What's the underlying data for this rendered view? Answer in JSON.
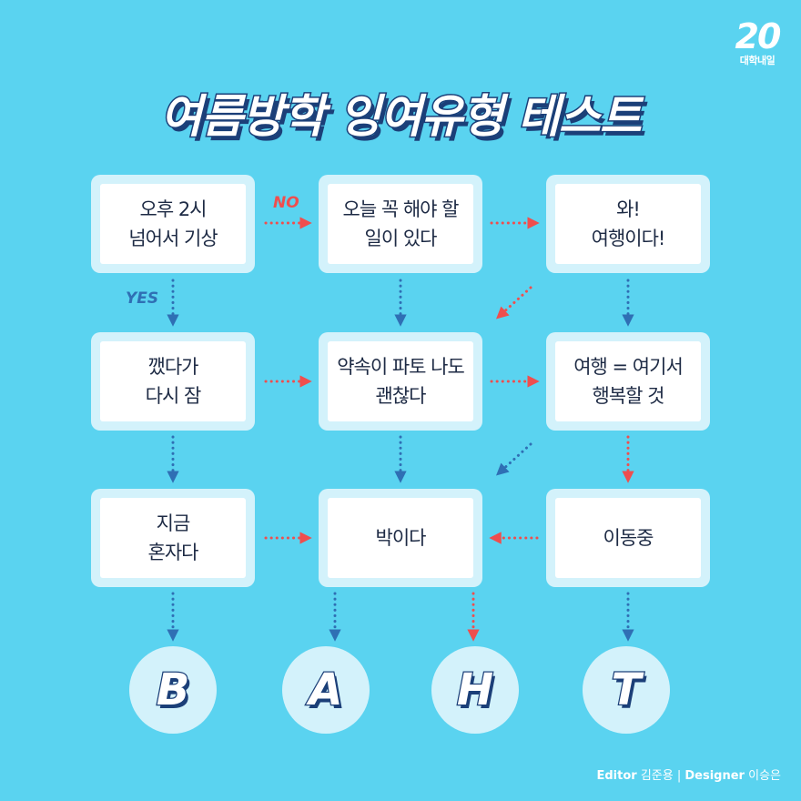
{
  "brand": {
    "number": "20",
    "subtitle": "대학내일"
  },
  "title": "여름방학 잉여유형 테스트",
  "labels": {
    "no": "NO",
    "yes": "YES"
  },
  "nodes": {
    "wake_2pm": "오후 2시\n넘어서 기상",
    "something_todo": "오늘 꼭 해야 할\n일이 있다",
    "travel_yay": "와!\n여행이다!",
    "woke_slept_again": "깼다가\n다시 잠",
    "plans_cancelled_ok": "약속이 파토 나도\n괜찮다",
    "travel_happy_here": "여행 = 여기서\n행복할 것",
    "alone_now": "지금\n혼자다",
    "homebody": "박이다",
    "on_the_move": "이동중"
  },
  "results": {
    "b": "B",
    "a": "A",
    "h": "H",
    "t": "T"
  },
  "credits": {
    "editor_label": "Editor",
    "editor_name": "김준용",
    "separator": "|",
    "designer_label": "Designer",
    "designer_name": "이승은"
  },
  "colors": {
    "background": "#5ad3f0",
    "arrow_red": "#ef4e4e",
    "arrow_blue": "#2f6fb4",
    "title_outline": "#1b3f78"
  }
}
